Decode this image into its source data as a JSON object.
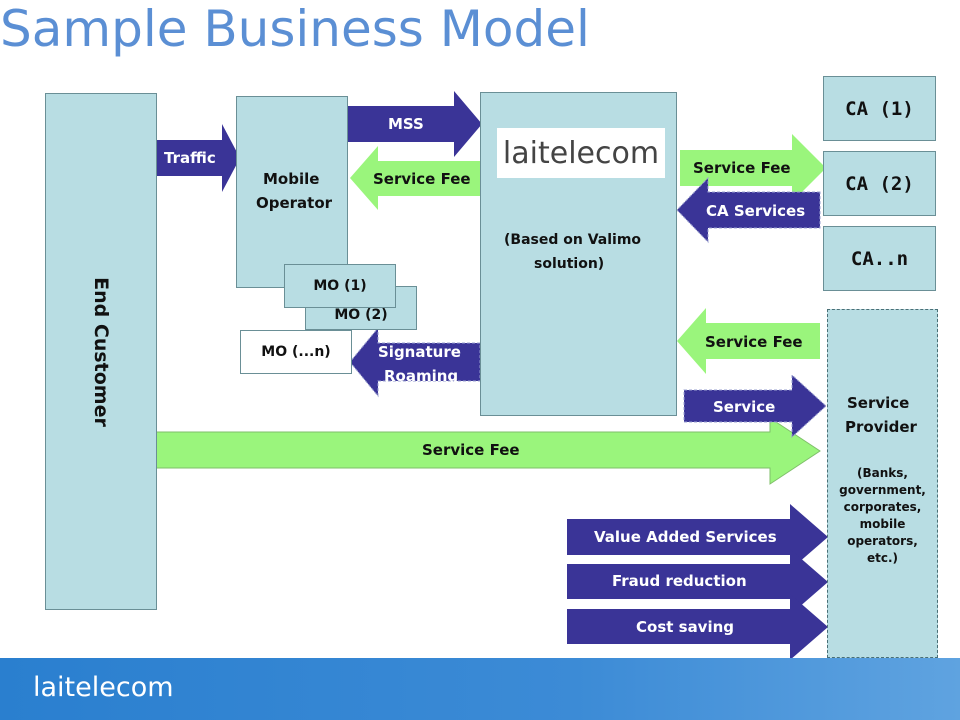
{
  "title": "Sample Business Model",
  "end_customer": "End Customer",
  "mobile_operator": [
    "Mobile",
    "Operator"
  ],
  "mo1": "MO (1)",
  "mo2": "MO (2)",
  "mon": "MO (...n)",
  "center": {
    "logo": "laitelecom",
    "based_on": [
      "(Based on Valimo",
      "solution)"
    ]
  },
  "ca": [
    "CA (1)",
    "CA (2)",
    "CA..n"
  ],
  "service_provider": {
    "title": [
      "Service",
      "Provider"
    ],
    "desc": [
      "(Banks,",
      "government,",
      "corporates,",
      "mobile",
      "operators,",
      "etc.)"
    ]
  },
  "arrows": {
    "traffic": "Traffic",
    "mss": "MSS",
    "service_fee_mo": "Service Fee",
    "signature_roaming": [
      "Signature",
      "Roaming"
    ],
    "service_fee_ca": "Service Fee",
    "ca_services": "CA Services",
    "service_fee_sp": "Service Fee",
    "service": "Service",
    "service_fee_long": "Service Fee",
    "value_added": "Value Added Services",
    "fraud": "Fraud reduction",
    "cost": "Cost saving"
  },
  "footer_brand": "laitelecom",
  "colors": {
    "dark_arrow": "#3a3497",
    "light_arrow": "#9af57c",
    "box": "#b8dde3",
    "title": "#5b8fd4",
    "footer": "#2a7fcf"
  }
}
